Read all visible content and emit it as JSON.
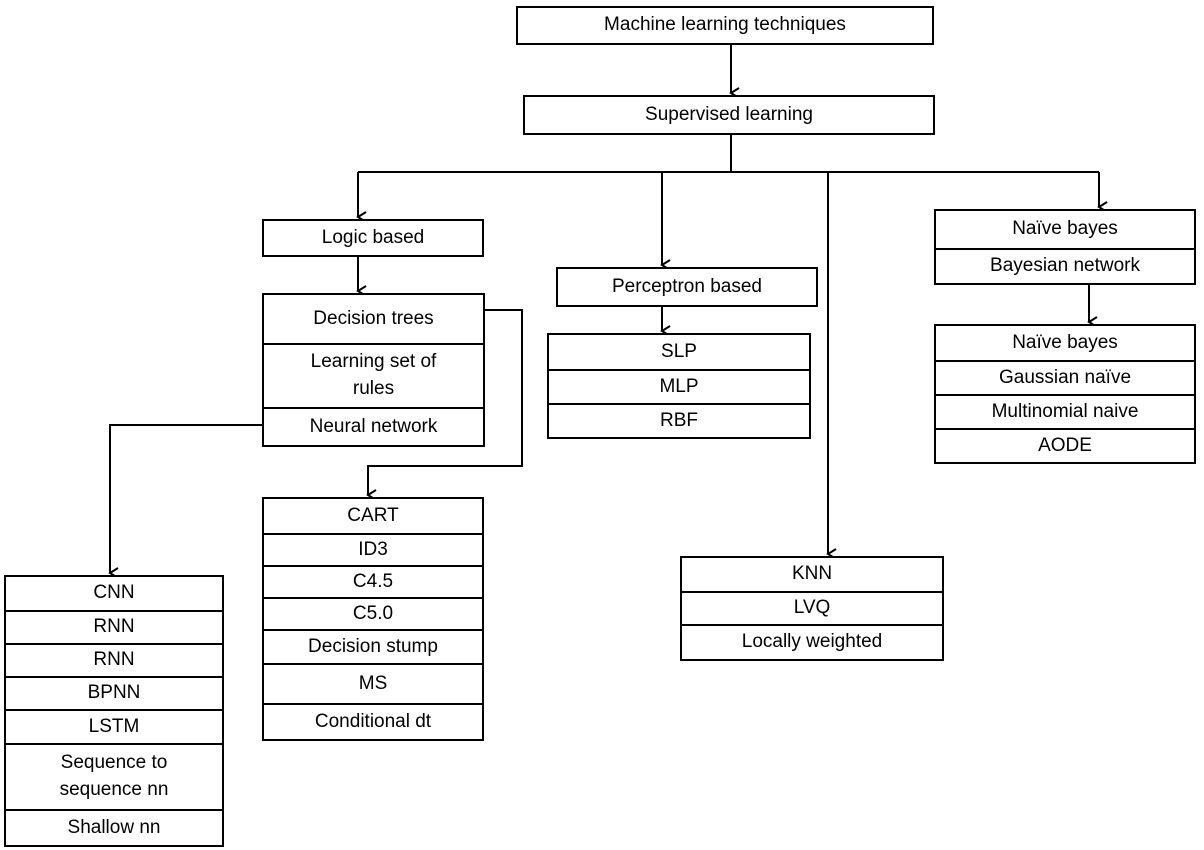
{
  "diagram": {
    "root": "Machine learning techniques",
    "supervised": "Supervised learning",
    "logic_based": "Logic based",
    "logic_methods": [
      "Decision trees",
      "Learning set of\nrules",
      "Neural network"
    ],
    "neural_network_types": [
      "CNN",
      "RNN",
      "RNN",
      "BPNN",
      "LSTM",
      "Sequence to\nsequence nn",
      "Shallow  nn"
    ],
    "decision_tree_types": [
      "CART",
      "ID3",
      "C4.5",
      "C5.0",
      "Decision stump",
      "MS",
      "Conditional dt"
    ],
    "perceptron_based": "Perceptron based",
    "perceptron_types": [
      "SLP",
      "MLP",
      "RBF"
    ],
    "instance_based_types": [
      "KNN",
      "LVQ",
      "Locally weighted"
    ],
    "bayes_group": [
      "Naïve bayes",
      "Bayesian network"
    ],
    "bayes_types": [
      "Naïve bayes",
      "Gaussian naïve",
      "Multinomial  naive",
      "AODE"
    ]
  }
}
